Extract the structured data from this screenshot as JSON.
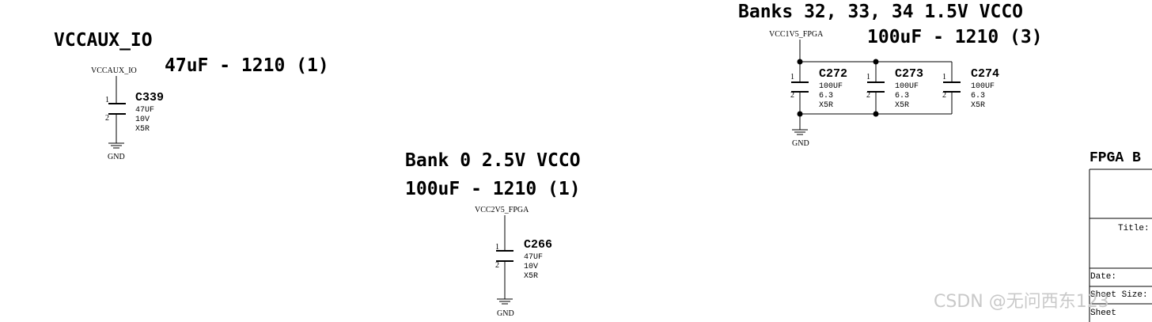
{
  "headings": {
    "vccaux_title": "VCCAUX_IO",
    "vccaux_sub": "47uF - 1210 (1)",
    "bank0_title": "Bank 0 2.5V VCCO",
    "bank0_sub": "100uF - 1210 (1)",
    "banks_title": "Banks 32, 33, 34 1.5V VCCO",
    "banks_sub": "100uF - 1210 (3)"
  },
  "nets": {
    "vccaux": "VCCAUX_IO",
    "vcc2v5": "VCC2V5_FPGA",
    "vcc1v5": "VCC1V5_FPGA",
    "gnd": "GND"
  },
  "pins": {
    "p1": "1",
    "p2": "2"
  },
  "caps": {
    "c339": {
      "ref": "C339",
      "value": "47UF",
      "voltage": "10V",
      "dielectric": "X5R"
    },
    "c266": {
      "ref": "C266",
      "value": "47UF",
      "voltage": "10V",
      "dielectric": "X5R"
    },
    "c272": {
      "ref": "C272",
      "value": "100UF",
      "voltage": "6.3",
      "dielectric": "X5R"
    },
    "c273": {
      "ref": "C273",
      "value": "100UF",
      "voltage": "6.3",
      "dielectric": "X5R"
    },
    "c274": {
      "ref": "C274",
      "value": "100UF",
      "voltage": "6.3",
      "dielectric": "X5R"
    }
  },
  "title_block": {
    "heading": "FPGA B",
    "title_label": "Title:",
    "date_label": "Date:",
    "sheet_size_label": "Sheet Size:",
    "sheet_label": "Sheet"
  },
  "watermark": "CSDN @无问西东123"
}
